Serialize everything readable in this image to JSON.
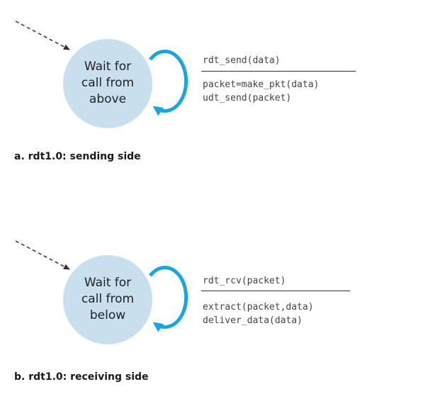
{
  "colors": {
    "state_fill": "#c8dfee",
    "loop_arrow": "#1ba5df",
    "entry_arrow": "#333333"
  },
  "sender": {
    "state_lines": [
      "Wait for",
      "call from",
      "above"
    ],
    "event": "rdt_send(data)",
    "actions": [
      "packet=make_pkt(data)",
      "udt_send(packet)"
    ],
    "caption": "a. rdt1.0: sending side"
  },
  "receiver": {
    "state_lines": [
      "Wait for",
      "call from",
      "below"
    ],
    "event": "rdt_rcv(packet)",
    "actions": [
      "extract(packet,data)",
      "deliver_data(data)"
    ],
    "caption": "b. rdt1.0: receiving side"
  }
}
